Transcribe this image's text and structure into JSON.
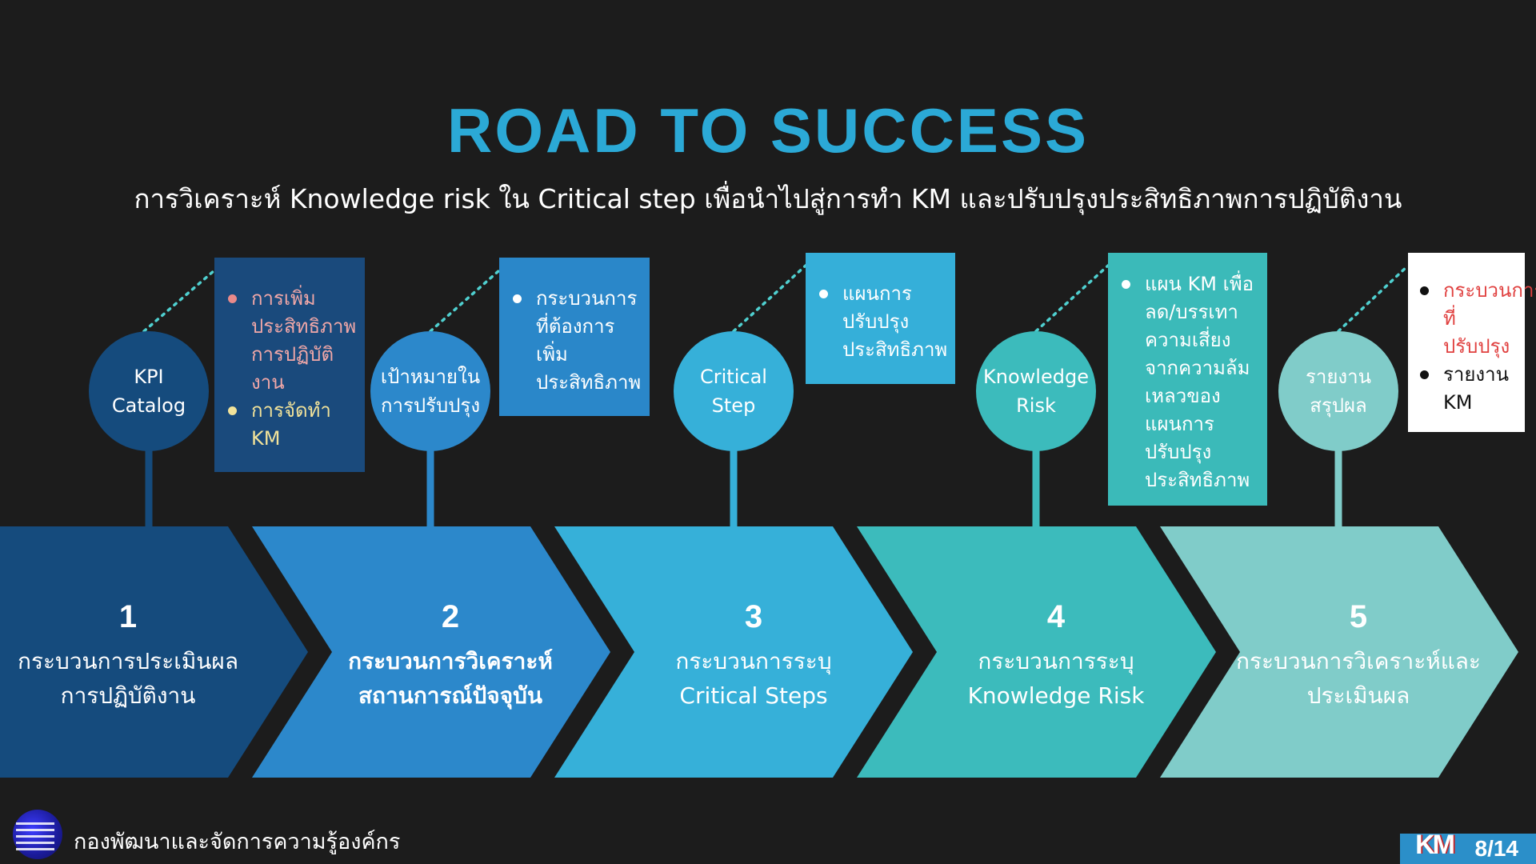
{
  "header": {
    "title": "ROAD TO SUCCESS",
    "subtitle": "การวิเคราะห์ Knowledge risk ใน Critical step เพื่อนำไปสู่การทำ KM และปรับปรุงประสิทธิภาพการปฏิบัติงาน"
  },
  "steps": [
    {
      "number": "1",
      "line1": "กระบวนการประเมินผล",
      "line2": "การปฏิบัติงาน",
      "circle_line1": "KPI",
      "circle_line2": "Catalog",
      "color": "#154b7d",
      "box_color": "#1a4a7c",
      "bullets": [
        {
          "text": "การเพิ่มประสิทธิภาพการปฏิบัติงาน",
          "bullet_color": "#e98a8a",
          "text_color": "#f2a8a8"
        },
        {
          "text": "การจัดทำ KM",
          "bullet_color": "#f2e39a",
          "text_color": "#f2e39a"
        }
      ]
    },
    {
      "number": "2",
      "line1": "กระบวนการวิเคราะห์",
      "line2": "สถานการณ์ปัจจุบัน",
      "circle_line1": "เป้าหมายใน",
      "circle_line2": "การปรับปรุง",
      "color": "#2c88cb",
      "box_color": "#2a87c9",
      "bullets": [
        {
          "text": "กระบวนการที่ต้องการเพิ่มประสิทธิภาพ",
          "bullet_color": "#ffffff",
          "text_color": "#ffffff"
        }
      ]
    },
    {
      "number": "3",
      "line1": "กระบวนการระบุ",
      "line2": "Critical Steps",
      "circle_line1": "Critical",
      "circle_line2": "Step",
      "color": "#36b0d9",
      "box_color": "#35afd9",
      "bullets": [
        {
          "text": "แผนการปรับปรุงประสิทธิภาพ",
          "bullet_color": "#ffffff",
          "text_color": "#ffffff"
        }
      ]
    },
    {
      "number": "4",
      "line1": "กระบวนการระบุ",
      "line2": "Knowledge Risk",
      "circle_line1": "Knowledge",
      "circle_line2": "Risk",
      "color": "#3cbbbc",
      "box_color": "#3bbab9",
      "bullets": [
        {
          "text": "แผน KM เพื่อลด/บรรเทาความเสี่ยงจากความล้มเหลวของแผนการปรับปรุงประสิทธิภาพ",
          "bullet_color": "#ffffff",
          "text_color": "#ffffff"
        }
      ]
    },
    {
      "number": "5",
      "line1": "กระบวนการวิเคราะห์และ",
      "line2": "ประเมินผล",
      "circle_line1": "รายงาน",
      "circle_line2": "สรุปผล",
      "color": "#80ccc9",
      "box_color": "#ffffff",
      "bullets": [
        {
          "text": "กระบวนการที่ปรับปรุง",
          "bullet_color": "#111111",
          "text_color": "#e0403f"
        },
        {
          "text": "รายงาน KM",
          "bullet_color": "#111111",
          "text_color": "#111111"
        }
      ]
    }
  ],
  "footer": {
    "org_name": "กองพัฒนาและจัดการความรู้องค์กร",
    "page": "8/14",
    "logo_text": "KM"
  },
  "colors": {
    "background": "#1c1c1c",
    "title": "#2ba9d6",
    "connector_dots": "#4fd0d0"
  }
}
